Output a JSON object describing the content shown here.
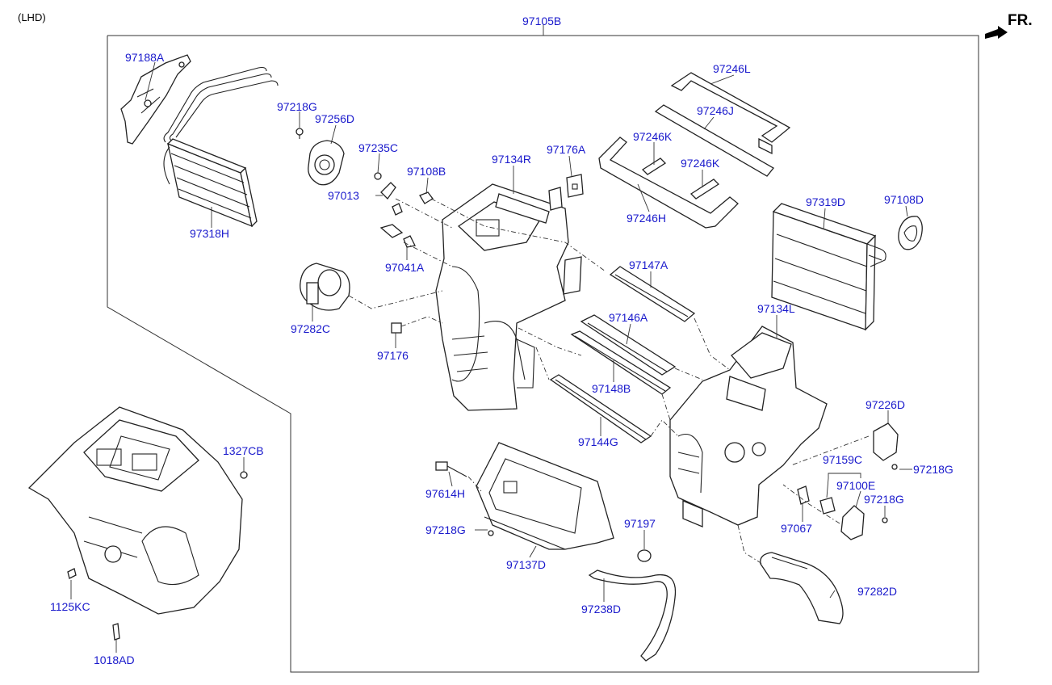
{
  "diagram": {
    "variant_label": "(LHD)",
    "direction_label": "FR.",
    "colors": {
      "label": "#1a1acc",
      "line": "#222222",
      "background": "#ffffff"
    },
    "parts": {
      "p97105B": "97105B",
      "p97188A": "97188A",
      "p97218G_top": "97218G",
      "p97256D": "97256D",
      "p97235C": "97235C",
      "p97108B": "97108B",
      "p97134R": "97134R",
      "p97176A": "97176A",
      "p97246L": "97246L",
      "p97246J": "97246J",
      "p97246K_a": "97246K",
      "p97246K_b": "97246K",
      "p97246H": "97246H",
      "p97319D": "97319D",
      "p97108D": "97108D",
      "p97013": "97013",
      "p97318H": "97318H",
      "p97041A": "97041A",
      "p97147A": "97147A",
      "p97282C": "97282C",
      "p97134L": "97134L",
      "p97146A": "97146A",
      "p97176": "97176",
      "p97148B": "97148B",
      "p97226D": "97226D",
      "p97144G": "97144G",
      "p1327CB": "1327CB",
      "p97159C": "97159C",
      "p97218G_right1": "97218G",
      "p97100E": "97100E",
      "p97614H": "97614H",
      "p97218G_right2": "97218G",
      "p97197": "97197",
      "p97218G_mid": "97218G",
      "p97067": "97067",
      "p97137D": "97137D",
      "p1125KC": "1125KC",
      "p97282D": "97282D",
      "p97238D": "97238D",
      "p1018AD": "1018AD"
    }
  }
}
